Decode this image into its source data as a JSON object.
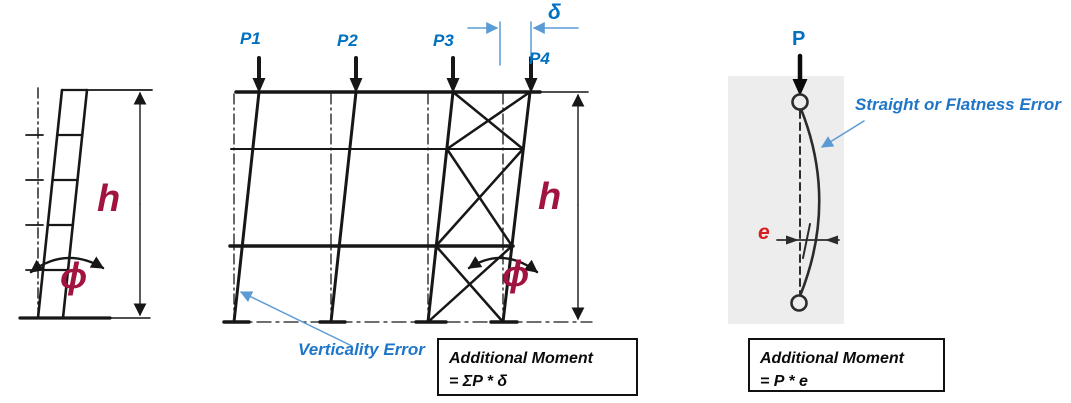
{
  "palette": {
    "label_blue": "#0070C0",
    "arrow_light_blue": "#5B9BD5",
    "dimension_crimson": "#A0143F",
    "eccentricity_red": "#D91E1E",
    "ink_black": "#171717",
    "column_backdrop_gray": "#EDEDED"
  },
  "left_diagram": {
    "height_label": "h",
    "angle_label": "ϕ"
  },
  "middle_diagram": {
    "loads": [
      "P1",
      "P2",
      "P3",
      "P4"
    ],
    "deflection_label": "δ",
    "height_label": "h",
    "angle_label": "ϕ",
    "error_label": "Verticality Error",
    "moment_box": {
      "line1": "Additional Moment",
      "line2": "= ΣP * δ"
    }
  },
  "right_diagram": {
    "load_label": "P",
    "error_label": "Straight or Flatness Error",
    "eccentricity_label": "e",
    "moment_box": {
      "line1": "Additional Moment",
      "line2": "= P * e"
    }
  }
}
